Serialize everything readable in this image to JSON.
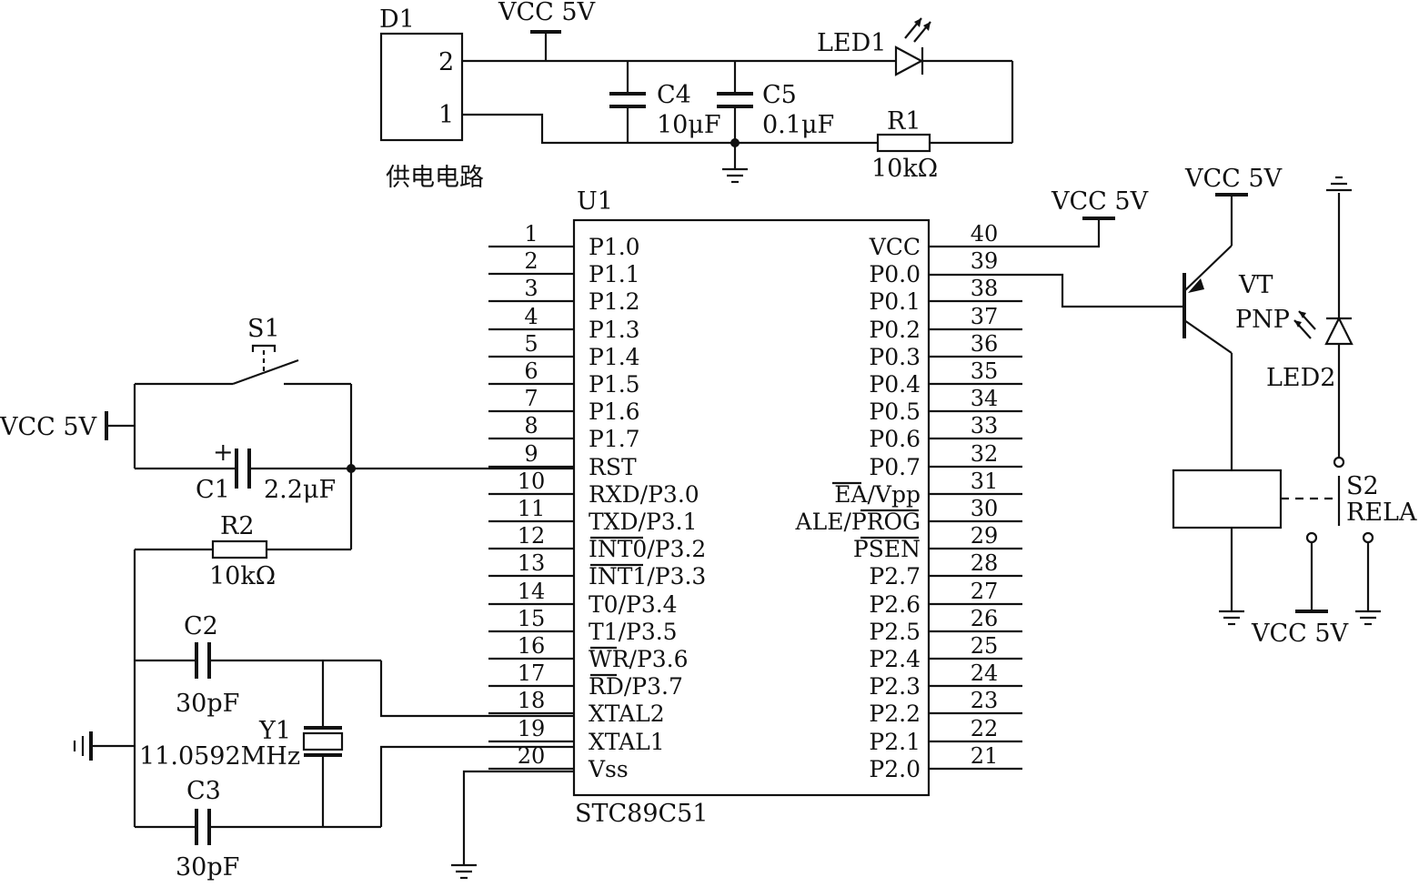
{
  "power": {
    "title": "供电电路",
    "connector": "D1",
    "pin2": "2",
    "pin1": "1",
    "vcc": "VCC 5V",
    "c4": {
      "ref": "C4",
      "value": "10μF"
    },
    "c5": {
      "ref": "C5",
      "value": "0.1μF"
    },
    "led1": "LED1",
    "r1": {
      "ref": "R1",
      "value": "10kΩ"
    }
  },
  "mcu": {
    "ref": "U1",
    "part": "STC89C51",
    "left_pins": [
      {
        "num": "1",
        "name": "P1.0"
      },
      {
        "num": "2",
        "name": "P1.1"
      },
      {
        "num": "3",
        "name": "P1.2"
      },
      {
        "num": "4",
        "name": "P1.3"
      },
      {
        "num": "5",
        "name": "P1.4"
      },
      {
        "num": "6",
        "name": "P1.5"
      },
      {
        "num": "7",
        "name": "P1.6"
      },
      {
        "num": "8",
        "name": "P1.7"
      },
      {
        "num": "9",
        "name": "RST"
      },
      {
        "num": "10",
        "name": "RXD/P3.0"
      },
      {
        "num": "11",
        "name": "TXD/P3.1"
      },
      {
        "num": "12",
        "name": "INT0/P3.2"
      },
      {
        "num": "13",
        "name": "INT1/P3.3"
      },
      {
        "num": "14",
        "name": "T0/P3.4"
      },
      {
        "num": "15",
        "name": "T1/P3.5"
      },
      {
        "num": "16",
        "name": "WR/P3.6"
      },
      {
        "num": "17",
        "name": "RD/P3.7"
      },
      {
        "num": "18",
        "name": "XTAL2"
      },
      {
        "num": "19",
        "name": "XTAL1"
      },
      {
        "num": "20",
        "name": "Vss"
      }
    ],
    "right_pins": [
      {
        "num": "40",
        "name": "VCC"
      },
      {
        "num": "39",
        "name": "P0.0"
      },
      {
        "num": "38",
        "name": "P0.1"
      },
      {
        "num": "37",
        "name": "P0.2"
      },
      {
        "num": "36",
        "name": "P0.3"
      },
      {
        "num": "35",
        "name": "P0.4"
      },
      {
        "num": "34",
        "name": "P0.5"
      },
      {
        "num": "33",
        "name": "P0.6"
      },
      {
        "num": "32",
        "name": "P0.7"
      },
      {
        "num": "31",
        "name": "EA/Vpp"
      },
      {
        "num": "30",
        "name": "ALE/PROG"
      },
      {
        "num": "29",
        "name": "PSEN"
      },
      {
        "num": "28",
        "name": "P2.7"
      },
      {
        "num": "27",
        "name": "P2.6"
      },
      {
        "num": "26",
        "name": "P2.5"
      },
      {
        "num": "25",
        "name": "P2.4"
      },
      {
        "num": "24",
        "name": "P2.3"
      },
      {
        "num": "23",
        "name": "P2.2"
      },
      {
        "num": "22",
        "name": "P2.1"
      },
      {
        "num": "21",
        "name": "P2.0"
      }
    ]
  },
  "mcu_vcc": "VCC 5V",
  "reset": {
    "s1": "S1",
    "vcc": "VCC 5V",
    "c1": {
      "ref": "C1",
      "value": "2.2μF",
      "plus": "+"
    },
    "r2": {
      "ref": "R2",
      "value": "10kΩ"
    }
  },
  "clock": {
    "c2": {
      "ref": "C2",
      "value": "30pF"
    },
    "c3": {
      "ref": "C3",
      "value": "30pF"
    },
    "y1": {
      "ref": "Y1",
      "value": "11.0592MHz"
    }
  },
  "relay": {
    "vcc_top": "VCC 5V",
    "vt": "VT",
    "pnp": "PNP",
    "led2": "LED2",
    "s2": "S2",
    "rela": "RELA",
    "vcc_bottom": "VCC 5V"
  }
}
